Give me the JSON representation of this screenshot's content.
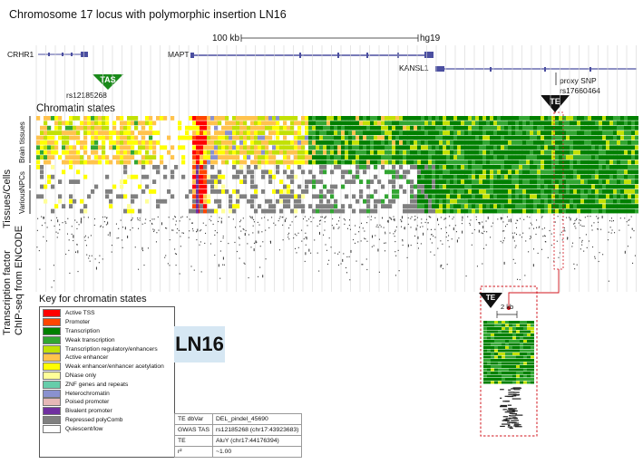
{
  "title": "Chromosome 17 locus with polymorphic insertion LN16",
  "scale": {
    "label": "100 kb",
    "assembly": "hg19"
  },
  "genes": [
    "CRHR1",
    "MAPT",
    "KANSL1"
  ],
  "markers": {
    "tas": {
      "label": "TAS",
      "snp": "rs12185268",
      "color": "#1a8a1a"
    },
    "te": {
      "label": "TE",
      "snp_caption": "proxy SNP",
      "snp": "rs17660464",
      "color": "#111111"
    }
  },
  "sections": {
    "chromatin": "Chromatin states",
    "tissues": "Tissues/Cells",
    "groups": [
      "Brain tissues",
      "NPCs",
      "Various"
    ],
    "tf_line1": "Transcription factor",
    "tf_line2": "ChIP-seq from ENCODE"
  },
  "zoom": {
    "label": "TE",
    "scale": "2 kb"
  },
  "key": {
    "title": "Key for chromatin states",
    "items": [
      {
        "label": "Active TSS",
        "color": "#ff0000"
      },
      {
        "label": "Promoter",
        "color": "#ff4500"
      },
      {
        "label": "Transcription",
        "color": "#008000"
      },
      {
        "label": "Weak transcription",
        "color": "#32a632"
      },
      {
        "label": "Transcription regulatory/enhancers",
        "color": "#c2e105"
      },
      {
        "label": "Active enhancer",
        "color": "#ffc34d"
      },
      {
        "label": "Weak enhancer/enhancer acetylation",
        "color": "#ffff00"
      },
      {
        "label": "DNase only",
        "color": "#ffff99"
      },
      {
        "label": "ZNF genes and repeats",
        "color": "#66cdaa"
      },
      {
        "label": "Heterochromatin",
        "color": "#8a91d0"
      },
      {
        "label": "Poised promoter",
        "color": "#e6b8b7"
      },
      {
        "label": "Bivalent promoter",
        "color": "#7030a0"
      },
      {
        "label": "Repressed polyComb",
        "color": "#808080"
      },
      {
        "label": "Quiescent/low",
        "color": "#ffffff"
      }
    ]
  },
  "badge": "LN16",
  "info_table": [
    [
      "TE dbVar",
      "DEL_pindel_45690"
    ],
    [
      "GWAS TAS",
      "rs12185268 (chr17:43923683)"
    ],
    [
      "TE",
      "AluY (chr17:44176394)"
    ],
    [
      "r²",
      "~1.00"
    ]
  ]
}
